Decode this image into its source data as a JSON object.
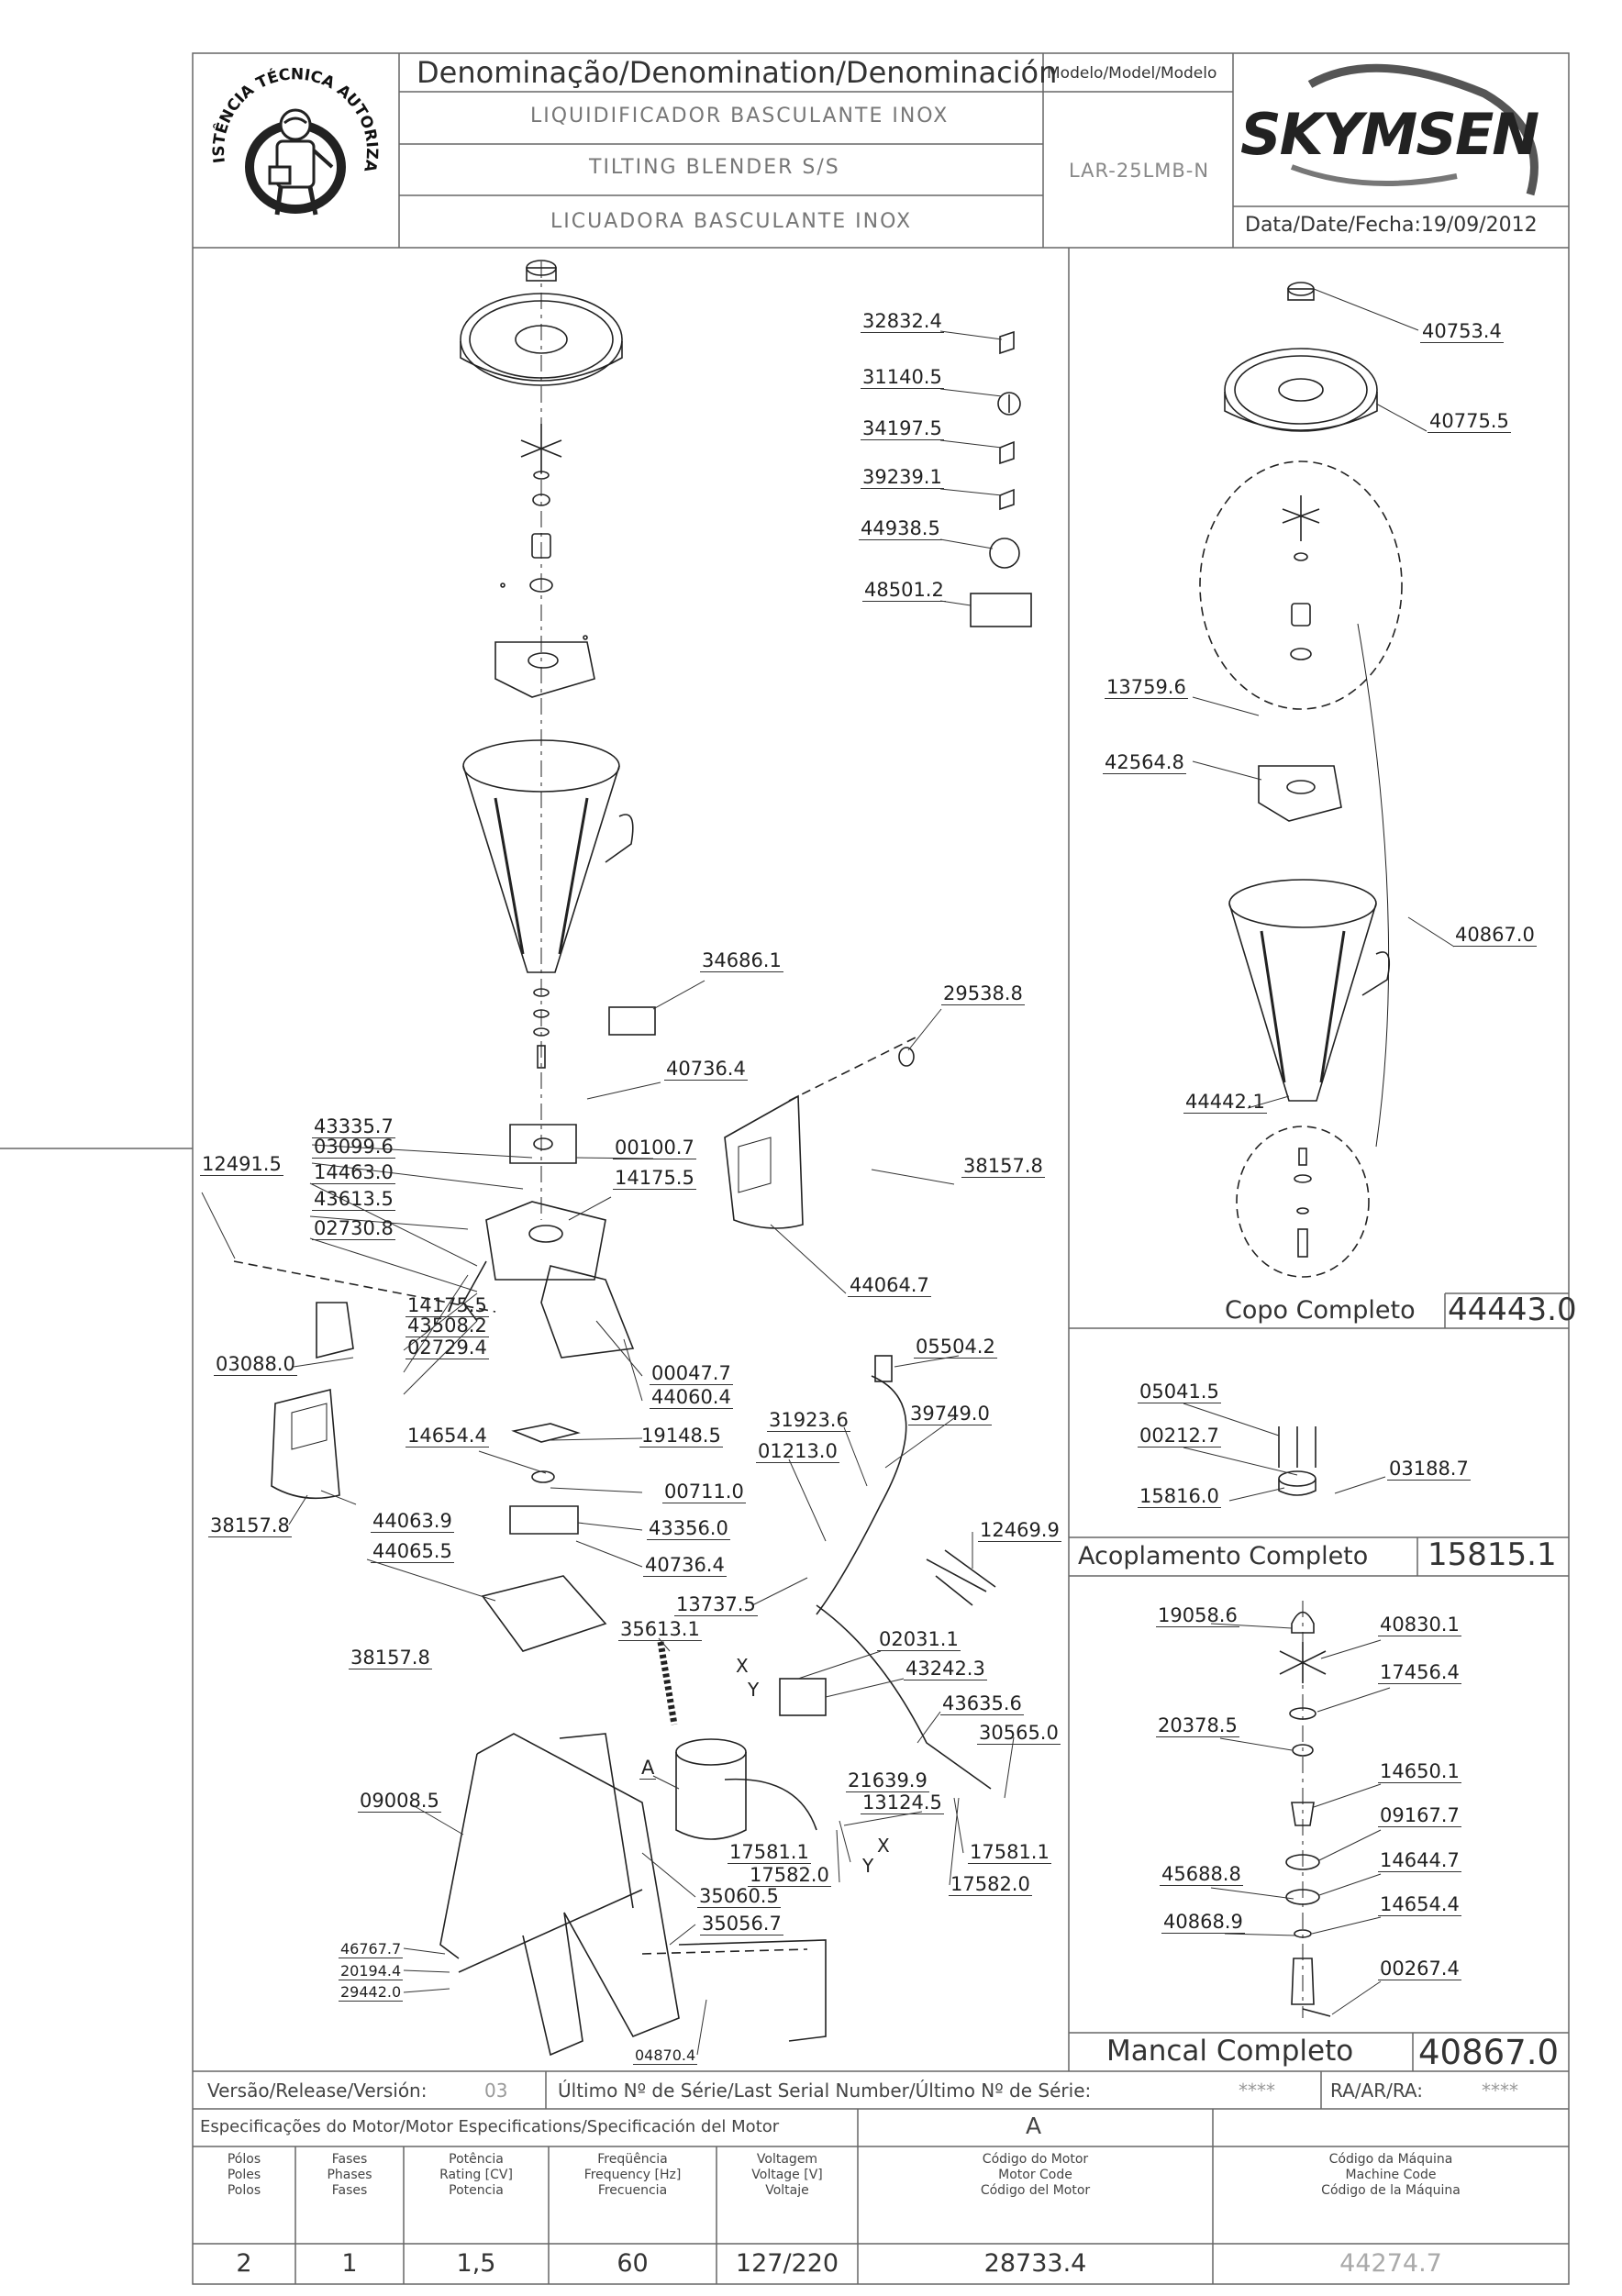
{
  "header": {
    "denomination_title": "Denominação/Denomination/Denominación",
    "name_pt": "LIQUIDIFICADOR BASCULANTE INOX",
    "name_en": "TILTING BLENDER S/S",
    "name_es": "LICUADORA BASCULANTE INOX",
    "model_title": "Modelo/Model/Modelo",
    "model_value": "LAR-25LMB-N",
    "date_label": "Data/Date/Fecha:19/09/2012",
    "brand": "SKYMSEN",
    "seal_text": "ASSISTÊNCIA TÉCNICA AUTORIZADA"
  },
  "main_labels": [
    {
      "code": "32832.4"
    },
    {
      "code": "31140.5"
    },
    {
      "code": "34197.5"
    },
    {
      "code": "39239.1"
    },
    {
      "code": "44938.5"
    },
    {
      "code": "48501.2"
    },
    {
      "code": "34686.1"
    },
    {
      "code": "29538.8"
    },
    {
      "code": "40736.4"
    },
    {
      "code": "43335.7"
    },
    {
      "code": "03099.6"
    },
    {
      "code": "00100.7"
    },
    {
      "code": "12491.5"
    },
    {
      "code": "14463.0"
    },
    {
      "code": "14175.5"
    },
    {
      "code": "38157.8"
    },
    {
      "code": "43613.5"
    },
    {
      "code": "02730.8"
    },
    {
      "code": "44064.7"
    },
    {
      "code": "14175.5"
    },
    {
      "code": "03088.0"
    },
    {
      "code": "43508.2"
    },
    {
      "code": "02729.4"
    },
    {
      "code": "00047.7"
    },
    {
      "code": "44060.4"
    },
    {
      "code": "05504.2"
    },
    {
      "code": "31923.6"
    },
    {
      "code": "39749.0"
    },
    {
      "code": "19148.5"
    },
    {
      "code": "14654.4"
    },
    {
      "code": "01213.0"
    },
    {
      "code": "00711.0"
    },
    {
      "code": "44063.9"
    },
    {
      "code": "38157.8"
    },
    {
      "code": "43356.0"
    },
    {
      "code": "12469.9"
    },
    {
      "code": "44065.5"
    },
    {
      "code": "40736.4"
    },
    {
      "code": "13737.5"
    },
    {
      "code": "35613.1"
    },
    {
      "code": "02031.1"
    },
    {
      "code": "38157.8"
    },
    {
      "code": "43242.3"
    },
    {
      "code": "43635.6"
    },
    {
      "code": "30565.0"
    },
    {
      "code": "A"
    },
    {
      "code": "21639.9"
    },
    {
      "code": "09008.5"
    },
    {
      "code": "13124.5"
    },
    {
      "code": "17581.1"
    },
    {
      "code": "17581.1"
    },
    {
      "code": "17582.0"
    },
    {
      "code": "17582.0"
    },
    {
      "code": "35060.5"
    },
    {
      "code": "35056.7"
    },
    {
      "code": "46767.7"
    },
    {
      "code": "20194.4"
    },
    {
      "code": "29442.0"
    },
    {
      "code": "04870.4"
    },
    {
      "code": "X"
    },
    {
      "code": "Y"
    },
    {
      "code": "X"
    },
    {
      "code": "Y"
    }
  ],
  "copo": {
    "labels": [
      {
        "code": "40753.4"
      },
      {
        "code": "40775.5"
      },
      {
        "code": "13759.6"
      },
      {
        "code": "42564.8"
      },
      {
        "code": "40867.0"
      },
      {
        "code": "44442.1"
      }
    ],
    "title": "Copo Completo",
    "code": "44443.0"
  },
  "acoplamento": {
    "labels": [
      {
        "code": "05041.5"
      },
      {
        "code": "00212.7"
      },
      {
        "code": "03188.7"
      },
      {
        "code": "15816.0"
      }
    ],
    "title": "Acoplamento Completo",
    "code": "15815.1"
  },
  "mancal": {
    "labels": [
      {
        "code": "19058.6"
      },
      {
        "code": "40830.1"
      },
      {
        "code": "17456.4"
      },
      {
        "code": "20378.5"
      },
      {
        "code": "14650.1"
      },
      {
        "code": "09167.7"
      },
      {
        "code": "14644.7"
      },
      {
        "code": "45688.8"
      },
      {
        "code": "14654.4"
      },
      {
        "code": "40868.9"
      },
      {
        "code": "00267.4"
      }
    ],
    "title": "Mancal Completo",
    "code": "40867.0"
  },
  "footer": {
    "version_label": "Versão/Release/Versión:",
    "version_value": "03",
    "serial_label": "Último Nº de Série/Last Serial Number/Último Nº de Série:",
    "serial_value": "****",
    "ra_label": "RA/AR/RA:",
    "ra_value": "****",
    "motor_spec_title": "Especificações do Motor/Motor Especifications/Specificación del Motor",
    "motor_letter": "A",
    "columns": [
      {
        "h1": "Pólos",
        "h2": "Poles",
        "h3": "Polos",
        "value": "2"
      },
      {
        "h1": "Fases",
        "h2": "Phases",
        "h3": "Fases",
        "value": "1"
      },
      {
        "h1": "Potência",
        "h2": "Rating [CV]",
        "h3": "Potencia",
        "value": "1,5"
      },
      {
        "h1": "Freqüência",
        "h2": "Frequency [Hz]",
        "h3": "Frecuencia",
        "value": "60"
      },
      {
        "h1": "Voltagem",
        "h2": "Voltage [V]",
        "h3": "Voltaje",
        "value": "127/220"
      },
      {
        "h1": "Código do Motor",
        "h2": "Motor Code",
        "h3": "Código del Motor",
        "value": "28733.4"
      },
      {
        "h1": "Código da Máquina",
        "h2": "Machine Code",
        "h3": "Código de la Máquina",
        "value": "44274.7"
      }
    ]
  }
}
